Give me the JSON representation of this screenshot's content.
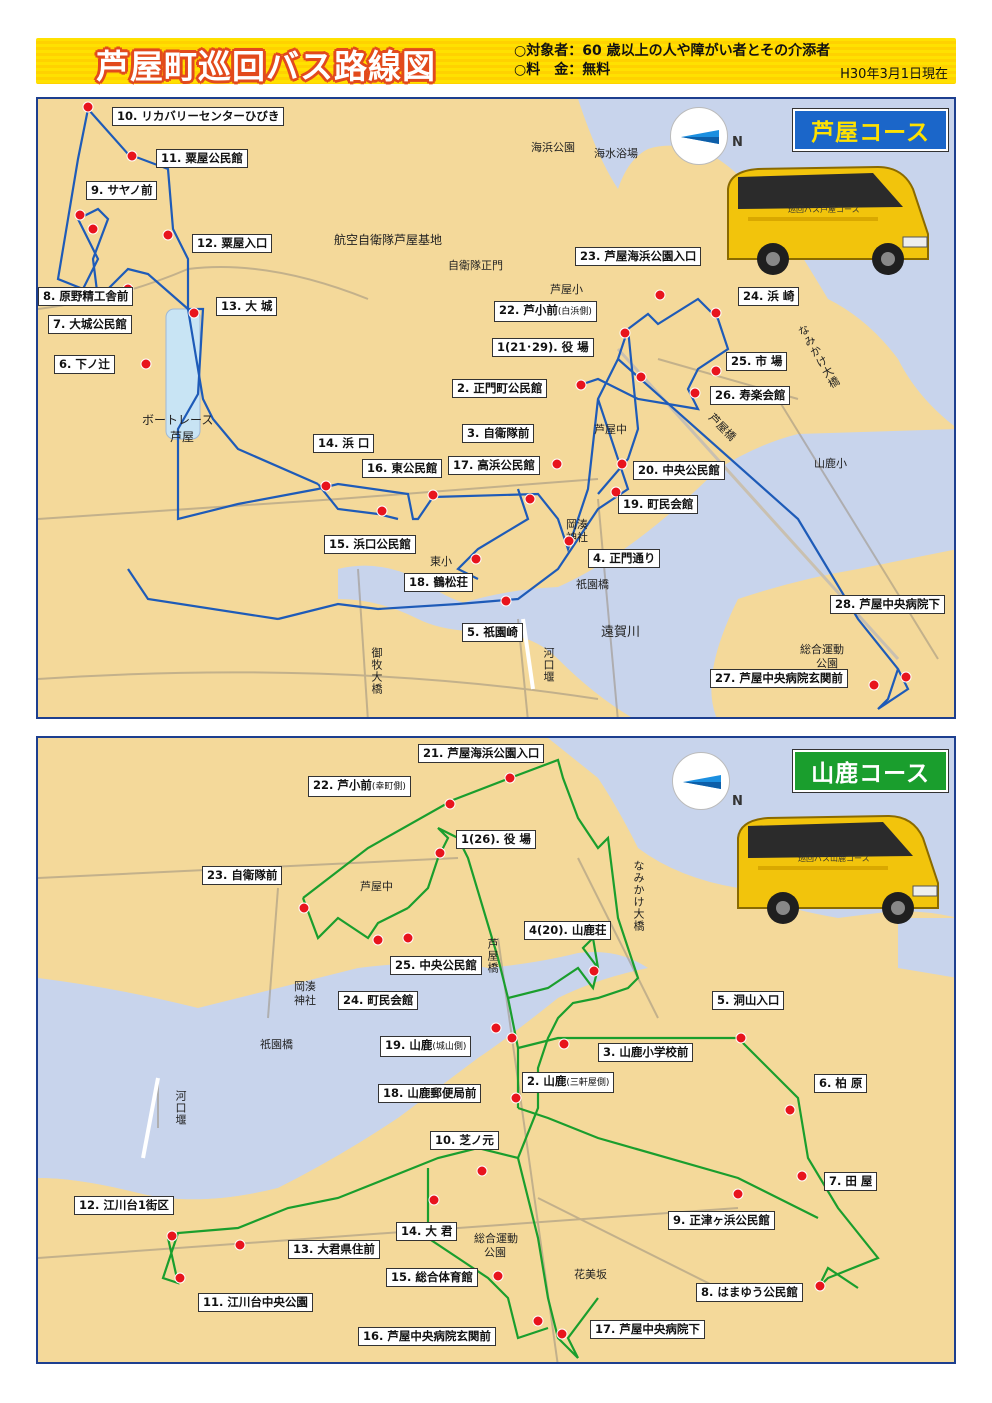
{
  "header": {
    "title": "芦屋町巡回バス路線図",
    "target": "○対象者：60 歳以上の人や障がい者とその介添者",
    "fare": "○料　金：無料",
    "date": "H30年3月1日現在"
  },
  "colors": {
    "ashiya_route": "#1e5bb8",
    "yamaga_route": "#1a9e2d",
    "stop_dot": "#e8141d",
    "land": "#f4d99a",
    "water": "#c8d4ec"
  },
  "ashiya": {
    "course_label": "芦屋コース",
    "compass_label": "N",
    "bus_label": "巡回バス芦屋コース",
    "stops": [
      {
        "label": "10. リカバリーセンターひびき"
      },
      {
        "label": "11. 粟屋公民館"
      },
      {
        "label": "9. サヤノ前"
      },
      {
        "label": "12. 粟屋入口"
      },
      {
        "label": "8. 原野精工舎前"
      },
      {
        "label": "7. 大城公民館"
      },
      {
        "label": "13. 大 城"
      },
      {
        "label": "6. 下ノ辻"
      },
      {
        "label": "23. 芦屋海浜公園入口"
      },
      {
        "label": "22. 芦小前",
        "sub": "(白浜側)"
      },
      {
        "label": "24. 浜 崎"
      },
      {
        "label": "1(21･29). 役 場"
      },
      {
        "label": "25. 市 場"
      },
      {
        "label": "2. 正門町公民館"
      },
      {
        "label": "26. 寿楽会館"
      },
      {
        "label": "3. 自衛隊前"
      },
      {
        "label": "14. 浜 口"
      },
      {
        "label": "16. 東公民館"
      },
      {
        "label": "17. 高浜公民館"
      },
      {
        "label": "20. 中央公民館"
      },
      {
        "label": "19. 町民会館"
      },
      {
        "label": "15. 浜口公民館"
      },
      {
        "label": "4. 正門通り"
      },
      {
        "label": "18. 鶴松荘"
      },
      {
        "label": "5. 祇園崎"
      },
      {
        "label": "28. 芦屋中央病院下"
      },
      {
        "label": "27. 芦屋中央病院玄関前"
      }
    ],
    "places": {
      "kaihin_koen": "海浜公園",
      "kaisui": "海水浴場",
      "base": "航空自衛隊芦屋基地",
      "seimon": "自衛隊正門",
      "ashiyasho": "芦屋小",
      "boat": "ボートレース",
      "boat2": "芦屋",
      "ashiyachu": "芦屋中",
      "yamagasho": "山鹿小",
      "okaminato": "岡湊",
      "jinja": "神社",
      "higashisho": "東小",
      "gionbashi": "祇園橋",
      "ongagawa": "遠賀川",
      "sogo": "総合運動",
      "koen": "公園",
      "namikake": "なみかけ大橋",
      "ashiyabashi": "芦屋橋",
      "mimaki": "御牧大橋",
      "kakozeki": "河口堰"
    }
  },
  "yamaga": {
    "course_label": "山鹿コース",
    "compass_label": "N",
    "bus_label": "巡回バス山鹿コース",
    "stops": [
      {
        "label": "21. 芦屋海浜公園入口"
      },
      {
        "label": "22. 芦小前",
        "sub": "(幸町側)"
      },
      {
        "label": "1(26). 役 場"
      },
      {
        "label": "23. 自衛隊前"
      },
      {
        "label": "4(20). 山鹿荘"
      },
      {
        "label": "25. 中央公民館"
      },
      {
        "label": "24. 町民会館"
      },
      {
        "label": "5. 洞山入口"
      },
      {
        "label": "19. 山鹿",
        "sub": "(城山側)"
      },
      {
        "label": "3. 山鹿小学校前"
      },
      {
        "label": "2. 山鹿",
        "sub": "(三軒屋側)"
      },
      {
        "label": "6. 柏 原"
      },
      {
        "label": "18. 山鹿郵便局前"
      },
      {
        "label": "10. 芝ノ元"
      },
      {
        "label": "7. 田 屋"
      },
      {
        "label": "12. 江川台1街区"
      },
      {
        "label": "9. 正津ヶ浜公民館"
      },
      {
        "label": "14. 大 君"
      },
      {
        "label": "13. 大君県住前"
      },
      {
        "label": "11. 江川台中央公園"
      },
      {
        "label": "15. 総合体育館"
      },
      {
        "label": "8. はまゆう公民館"
      },
      {
        "label": "16. 芦屋中央病院玄関前"
      },
      {
        "label": "17. 芦屋中央病院下"
      }
    ],
    "places": {
      "ashiyachu": "芦屋中",
      "okaminato": "岡湊",
      "jinja": "神社",
      "gionbashi": "祇園橋",
      "kakozeki": "河口堰",
      "namikake": "なみかけ大橋",
      "ashiyabashi": "芦屋橋",
      "sogo": "総合運動",
      "koen": "公園",
      "hanamizaka": "花美坂"
    }
  }
}
